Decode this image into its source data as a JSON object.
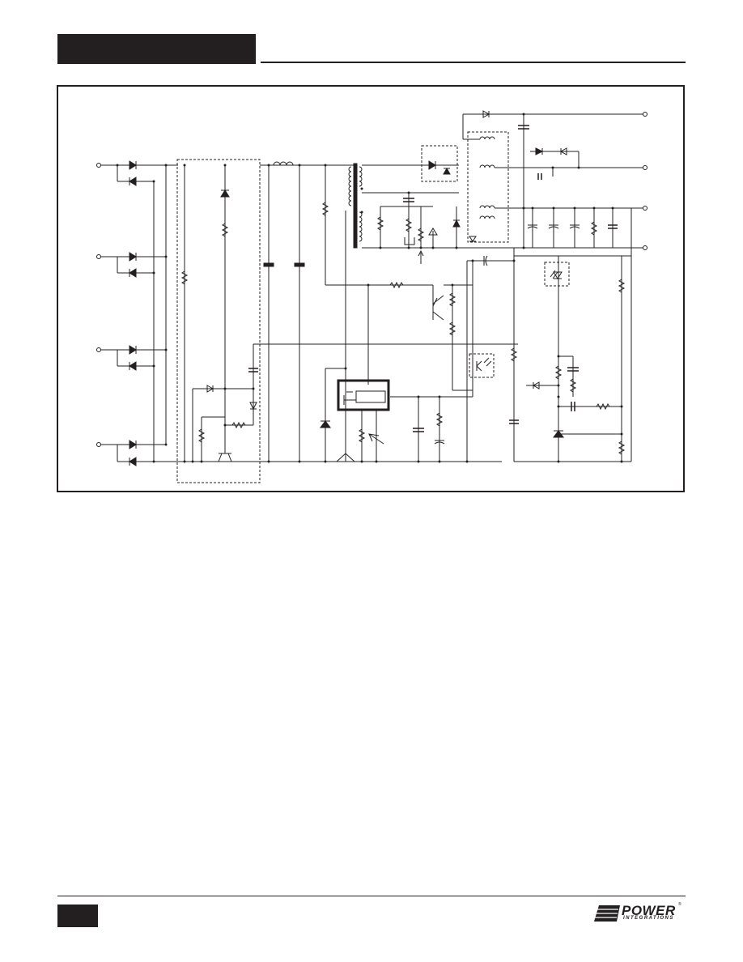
{
  "header": {
    "bar_color": "#231f20"
  },
  "schematic": {
    "ink": "#231f20",
    "output_terminals": 4,
    "input_terminals": 4
  },
  "footer": {
    "logo_text": "POWER",
    "logo_subtext": "INTEGRATIONS",
    "trademark": "®"
  }
}
